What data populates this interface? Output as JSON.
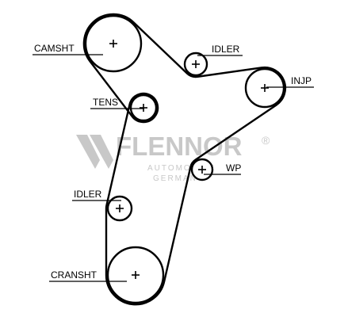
{
  "watermark": {
    "brand": "FLENNOR",
    "registered": "®",
    "line1": "AUTOMOTIVE",
    "line2": "GERMANY",
    "color": "#c8c8c8"
  },
  "labels": {
    "camshaft": "CAMSHT",
    "idler_top": "IDLER",
    "injection_pump": "INJP",
    "tensioner": "TENS",
    "water_pump": "WP",
    "idler_bottom": "IDLER",
    "crankshaft": "CRANSHT"
  },
  "pulley_symbol": "plus-mark-icon"
}
